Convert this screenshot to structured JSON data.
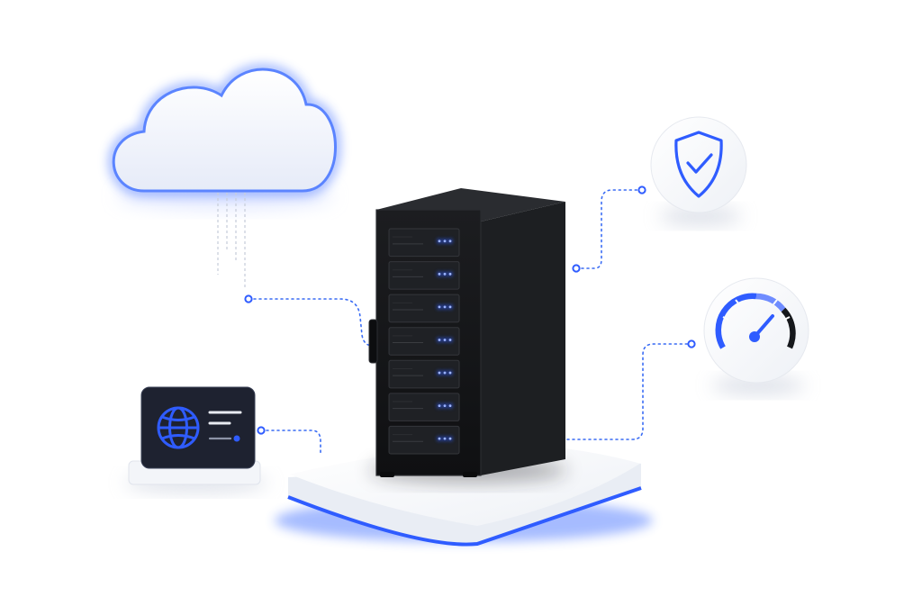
{
  "illustration": {
    "nodes": [
      {
        "id": "cloud",
        "icon": "cloud-icon"
      },
      {
        "id": "server",
        "icon": "server-rack-icon",
        "unit_count": 7,
        "unit_led_color": "#2f5cff"
      },
      {
        "id": "security",
        "icon": "shield-check-icon"
      },
      {
        "id": "performance",
        "icon": "speedometer-icon"
      },
      {
        "id": "network",
        "icon": "globe-icon"
      }
    ],
    "connections": [
      {
        "from": "cloud",
        "to": "server"
      },
      {
        "from": "network",
        "to": "server"
      },
      {
        "from": "server",
        "to": "security"
      },
      {
        "from": "server",
        "to": "performance"
      }
    ]
  },
  "colors": {
    "accent": "#2f5cff",
    "glow": "#3b6bff",
    "rack": "#151618",
    "rack_side": "#202225",
    "panel_dark": "#1e2230",
    "platform": "#f3f5f9"
  }
}
